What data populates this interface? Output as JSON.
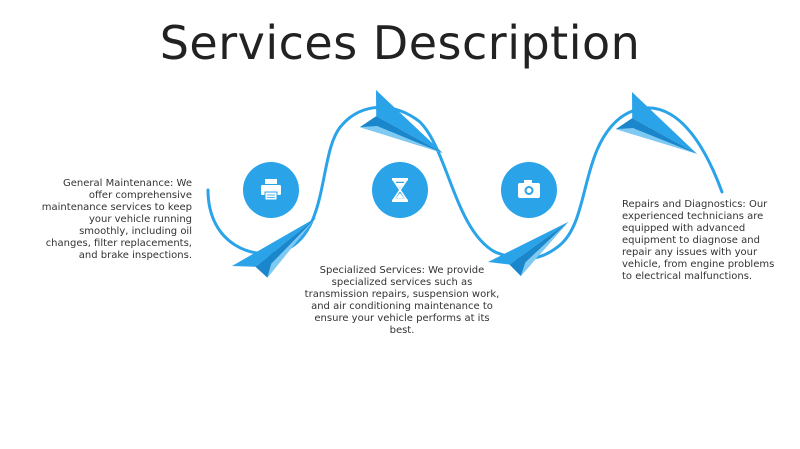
{
  "title": "Services Description",
  "colors": {
    "accent": "#2aa3e9",
    "accent_dark": "#1a86cc",
    "accent_light": "#7fcaf2",
    "text": "#333333"
  },
  "steps": [
    {
      "icon": "printer-icon",
      "text": "General Maintenance: We offer comprehensive maintenance services to keep your vehicle running smoothly, including oil changes, filter replacements, and brake inspections."
    },
    {
      "icon": "hourglass-icon",
      "text": "Specialized Services: We provide specialized services such as transmission repairs, suspension work, and air conditioning maintenance to ensure your vehicle performs at its best."
    },
    {
      "icon": "camera-icon",
      "text": "Repairs and Diagnostics: Our experienced technicians are equipped with advanced equipment to diagnose and repair any issues with your vehicle, from engine problems to electrical malfunctions."
    }
  ]
}
